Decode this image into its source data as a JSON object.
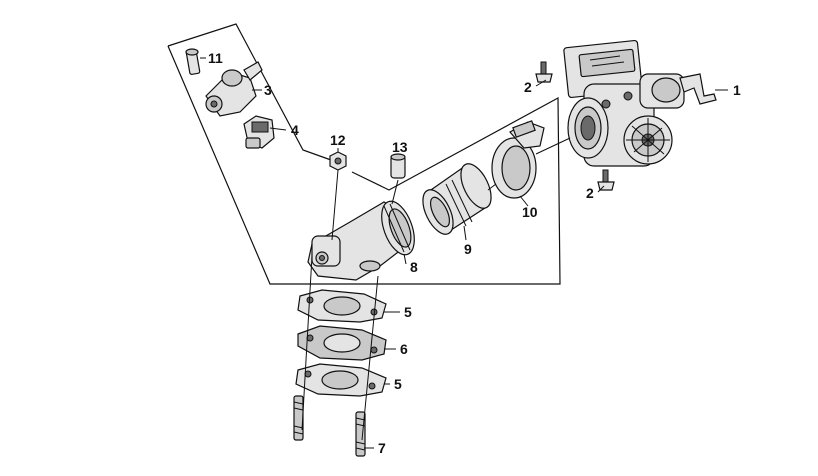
{
  "callouts": {
    "c1": "1",
    "c2a": "2",
    "c2b": "2",
    "c3": "3",
    "c4": "4",
    "c5a": "5",
    "c5b": "5",
    "c6": "6",
    "c7": "7",
    "c8": "8",
    "c9": "9",
    "c10": "10",
    "c11": "11",
    "c12": "12",
    "c13": "13"
  }
}
